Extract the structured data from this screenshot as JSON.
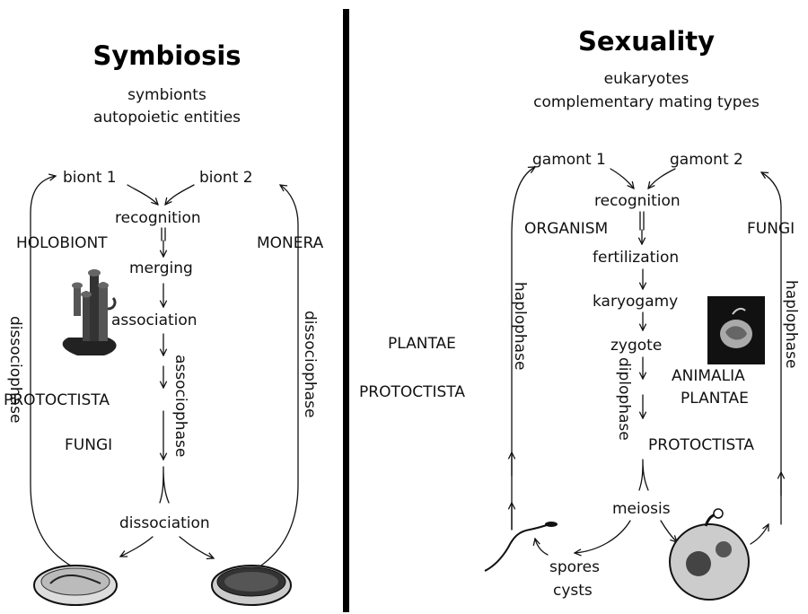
{
  "symbiosis": {
    "title": "Symbiosis",
    "subtitle_1": "symbionts",
    "subtitle_2": "autopoietic entities",
    "biont_1": "biont 1",
    "biont_2": "biont 2",
    "recognition": "recognition",
    "holobiont": "HOLOBIONT",
    "monera": "MONERA",
    "merging": "merging",
    "association": "association",
    "protoctista": "PROTOCTISTA",
    "fungi": "FUNGI",
    "associophase": "associophase",
    "dissociation": "dissociation",
    "dissociophase_left": "dissociophase",
    "dissociophase_right": "dissociophase"
  },
  "sexuality": {
    "title": "Sexuality",
    "subtitle_1": "eukaryotes",
    "subtitle_2": "complementary mating types",
    "gamont_1": "gamont 1",
    "gamont_2": "gamont 2",
    "recognition": "recognition",
    "organism": "ORGANISM",
    "fungi": "FUNGI",
    "fertilization": "fertilization",
    "karyogamy": "karyogamy",
    "zygote": "zygote",
    "plantae_left": "PLANTAE",
    "protoctista_left": "PROTOCTISTA",
    "animalia": "ANIMALIA",
    "plantae_right": "PLANTAE",
    "protoctista_right": "PROTOCTISTA",
    "meiosis": "meiosis",
    "spores": "spores",
    "cysts": "cysts",
    "haplophase_left": "haplophase",
    "haplophase_right": "haplophase",
    "diplophase": "diplophase"
  }
}
